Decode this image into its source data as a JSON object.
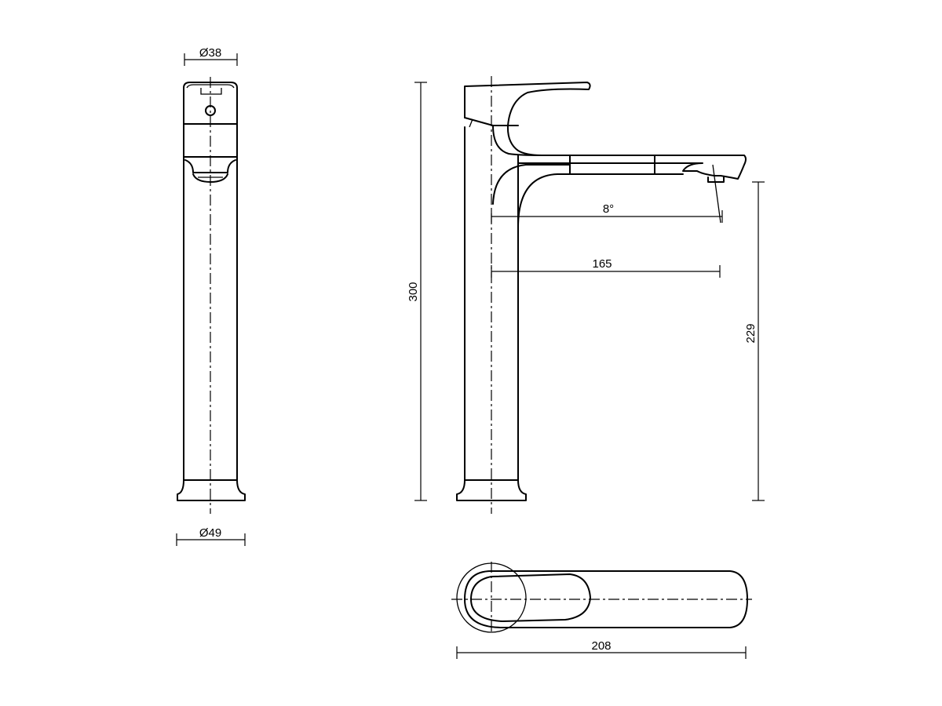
{
  "dimensions": {
    "front_top_diameter": "Ø38",
    "front_base_diameter": "Ø49",
    "overall_height": "300",
    "spout_angle": "8°",
    "spout_reach": "165",
    "spout_height": "229",
    "overall_length": "208"
  },
  "colors": {
    "line": "#000000",
    "background": "#ffffff"
  }
}
